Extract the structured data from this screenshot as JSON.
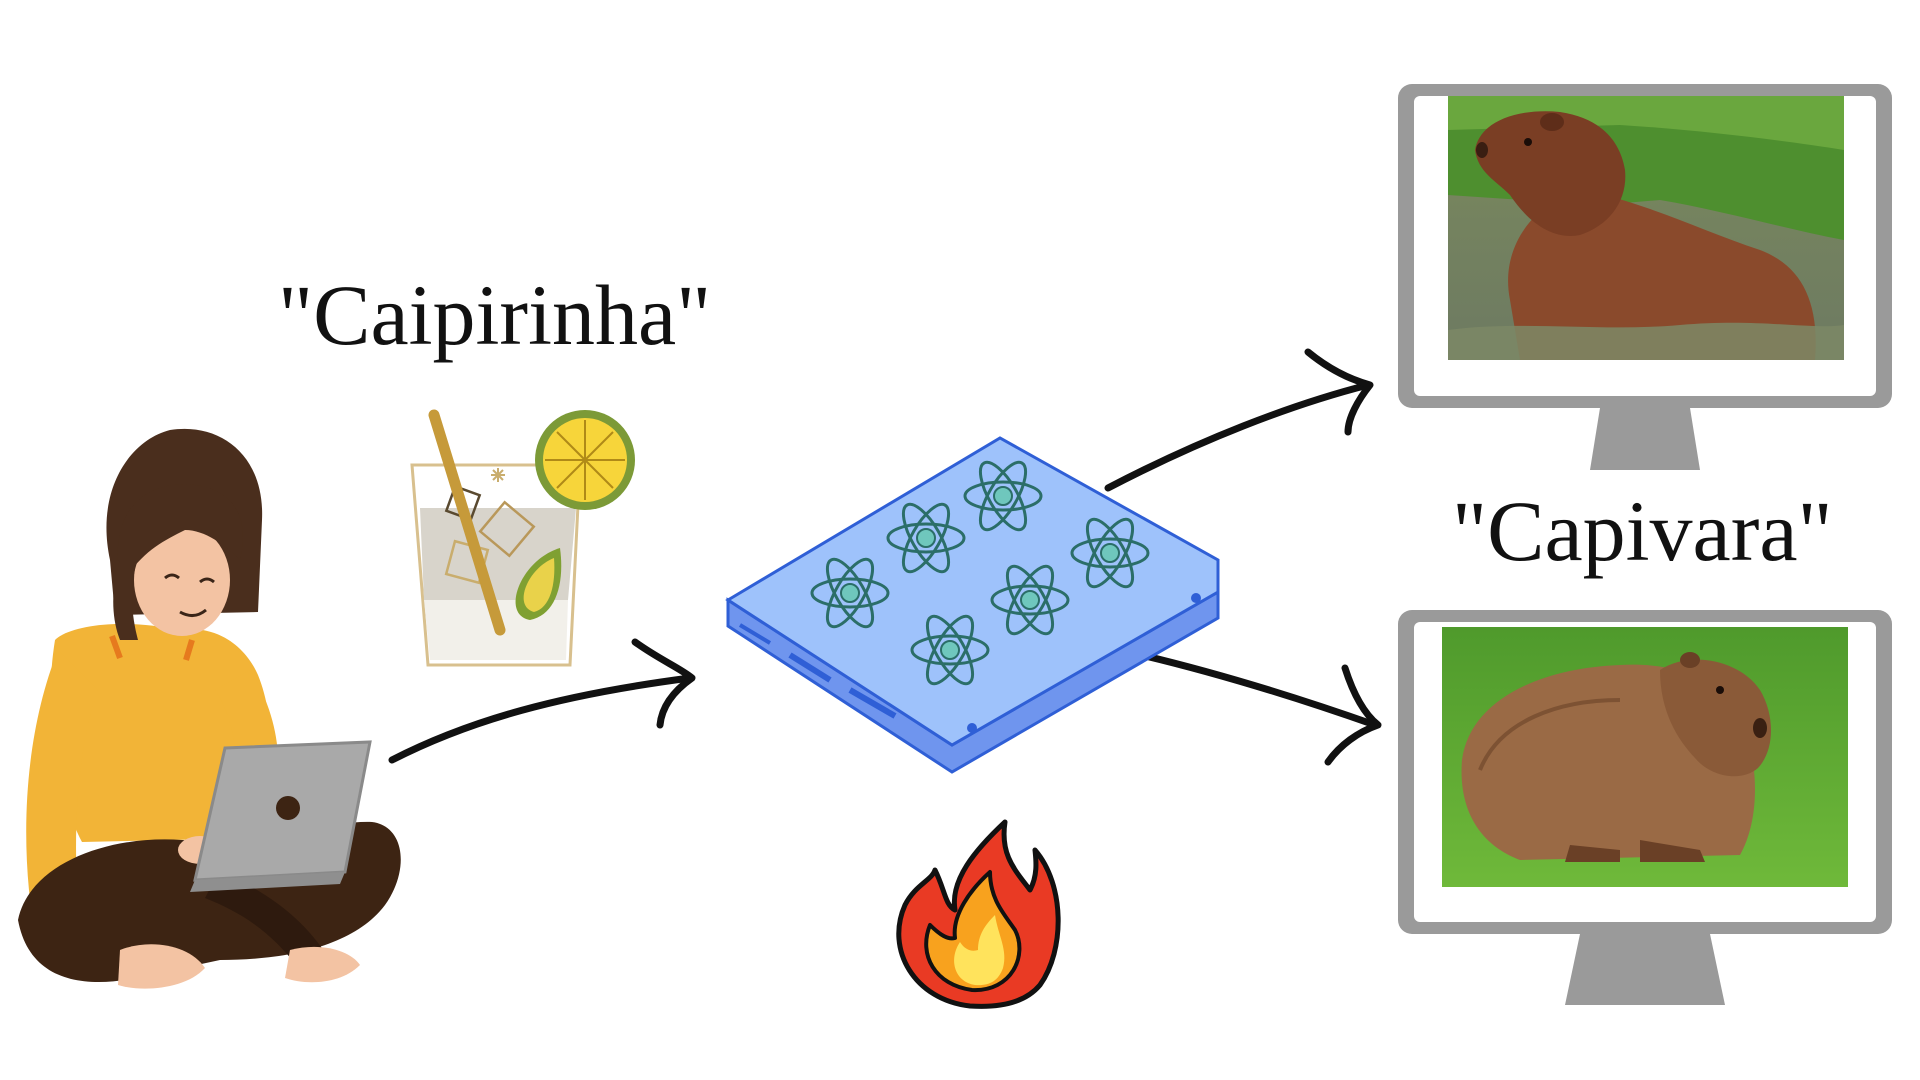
{
  "labels": {
    "request": "\"Caipirinha\"",
    "answer": "\"Capivara\""
  },
  "icons": {
    "user": "person-with-laptop-icon",
    "drink": "caipirinha-glass-icon",
    "model": "ssd-neural-chip-icon",
    "heat": "fire-icon",
    "output_top": "monitor-capybara-in-water",
    "output_bottom": "monitor-capybara-on-grass"
  },
  "colors": {
    "shirt": "#f2b437",
    "hair": "#4a2e1d",
    "pants": "#3d2413",
    "laptop": "#a9a9a9",
    "chip": "#9ec2fb",
    "chip_border": "#2f5fd6",
    "atom": "#2b6e68",
    "atom_fill": "#6fc7bd",
    "monitor": "#9a9a9a",
    "arrow": "#111111",
    "fire_outer": "#e93a24",
    "fire_mid": "#f8a21e",
    "fire_inner": "#ffe35c"
  }
}
